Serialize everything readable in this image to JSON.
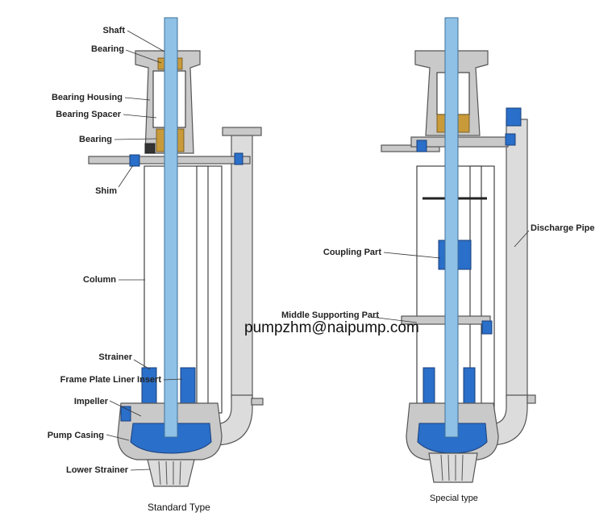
{
  "labels": {
    "shaft": "Shaft",
    "bearing_top": "Bearing",
    "bearing_housing": "Bearing Housing",
    "bearing_spacer": "Bearing Spacer",
    "bearing_bottom": "Bearing",
    "shim": "Shim",
    "column": "Column",
    "strainer": "Strainer",
    "frame_plate_liner_insert": "Frame Plate Liner Insert",
    "impeller": "Impeller",
    "pump_casing": "Pump Casing",
    "lower_strainer": "Lower Strainer",
    "discharge_pipe": "Discharge Pipe",
    "coupling_part": "Coupling Part",
    "middle_supporting_part": "Middle Supporting Part"
  },
  "captions": {
    "standard": "Standard Type",
    "special": "Special type"
  },
  "watermark": "pumpzhm@naipump.com",
  "colors": {
    "shaft": "#8fc1e6",
    "parts_blue": "#2a6fc9",
    "housing_grey": "#c9c9c9",
    "bearing_gold": "#c99a3a"
  }
}
